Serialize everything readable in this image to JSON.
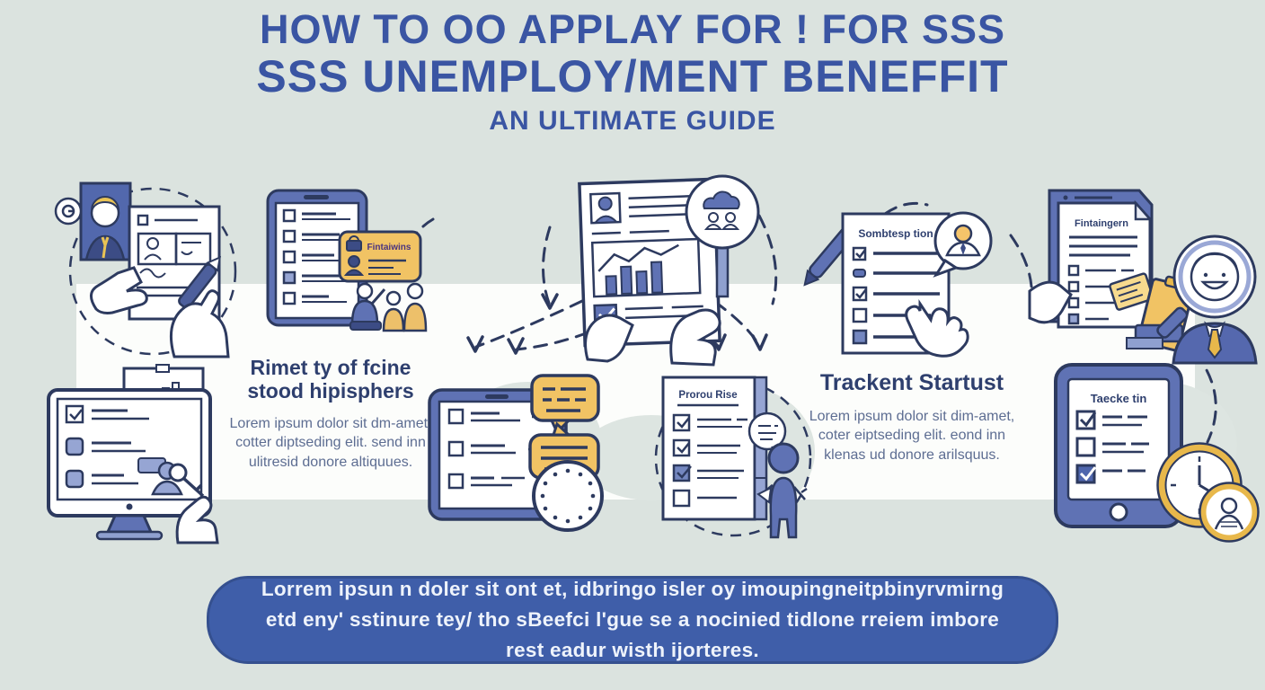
{
  "title": {
    "line1": "HOW TO OO APPLAY FOR ! FOR SSS",
    "line2": "SSS UNEMPLOY/MENT BENEFFIT",
    "line3": "AN ULTIMATE GUIDE"
  },
  "labels": {
    "id_card": "Fintaiwins",
    "checklist_doc": "Sombtesp tion",
    "review_doc": "Fintaingern",
    "progress_doc": "Prorou Rise",
    "tracker_tablet": "Taecke tin"
  },
  "sections": {
    "left": {
      "heading": "Rimet ty of fcine stood hipisphers",
      "body": "Lorem ipsum dolor sit dm-amet, cotter diptseding elit. send inn ulitresid donore altiquues."
    },
    "right": {
      "heading": "Trackent Startust",
      "body": "Lorem ipsum dolor sit dim-amet, coter eiptseding elit. eond inn klenas ud donore arilsquus."
    }
  },
  "footer": {
    "line1": "Lorrem ipsun n doler sit ont et, idbringo isler oy imoupingneitpbinyrvmirng",
    "line2": "etd eny' sstinure tey/ tho sBeefci l'gue se a nocinied tidlone rreiem imbore",
    "line3": "rest eadur wisth ijorteres."
  },
  "colors": {
    "background": "#dbe3df",
    "band": "#fcfdfb",
    "title_blue": "#3a55a3",
    "heading_navy": "#2e3f6e",
    "body_text": "#5d6d92",
    "outline_navy": "#2d3a5f",
    "mid_blue": "#5f72b4",
    "light_blue": "#96a5d3",
    "accent_yellow": "#f1c364",
    "banner_bg": "#3f5ea9",
    "banner_text": "#eef3fb"
  }
}
